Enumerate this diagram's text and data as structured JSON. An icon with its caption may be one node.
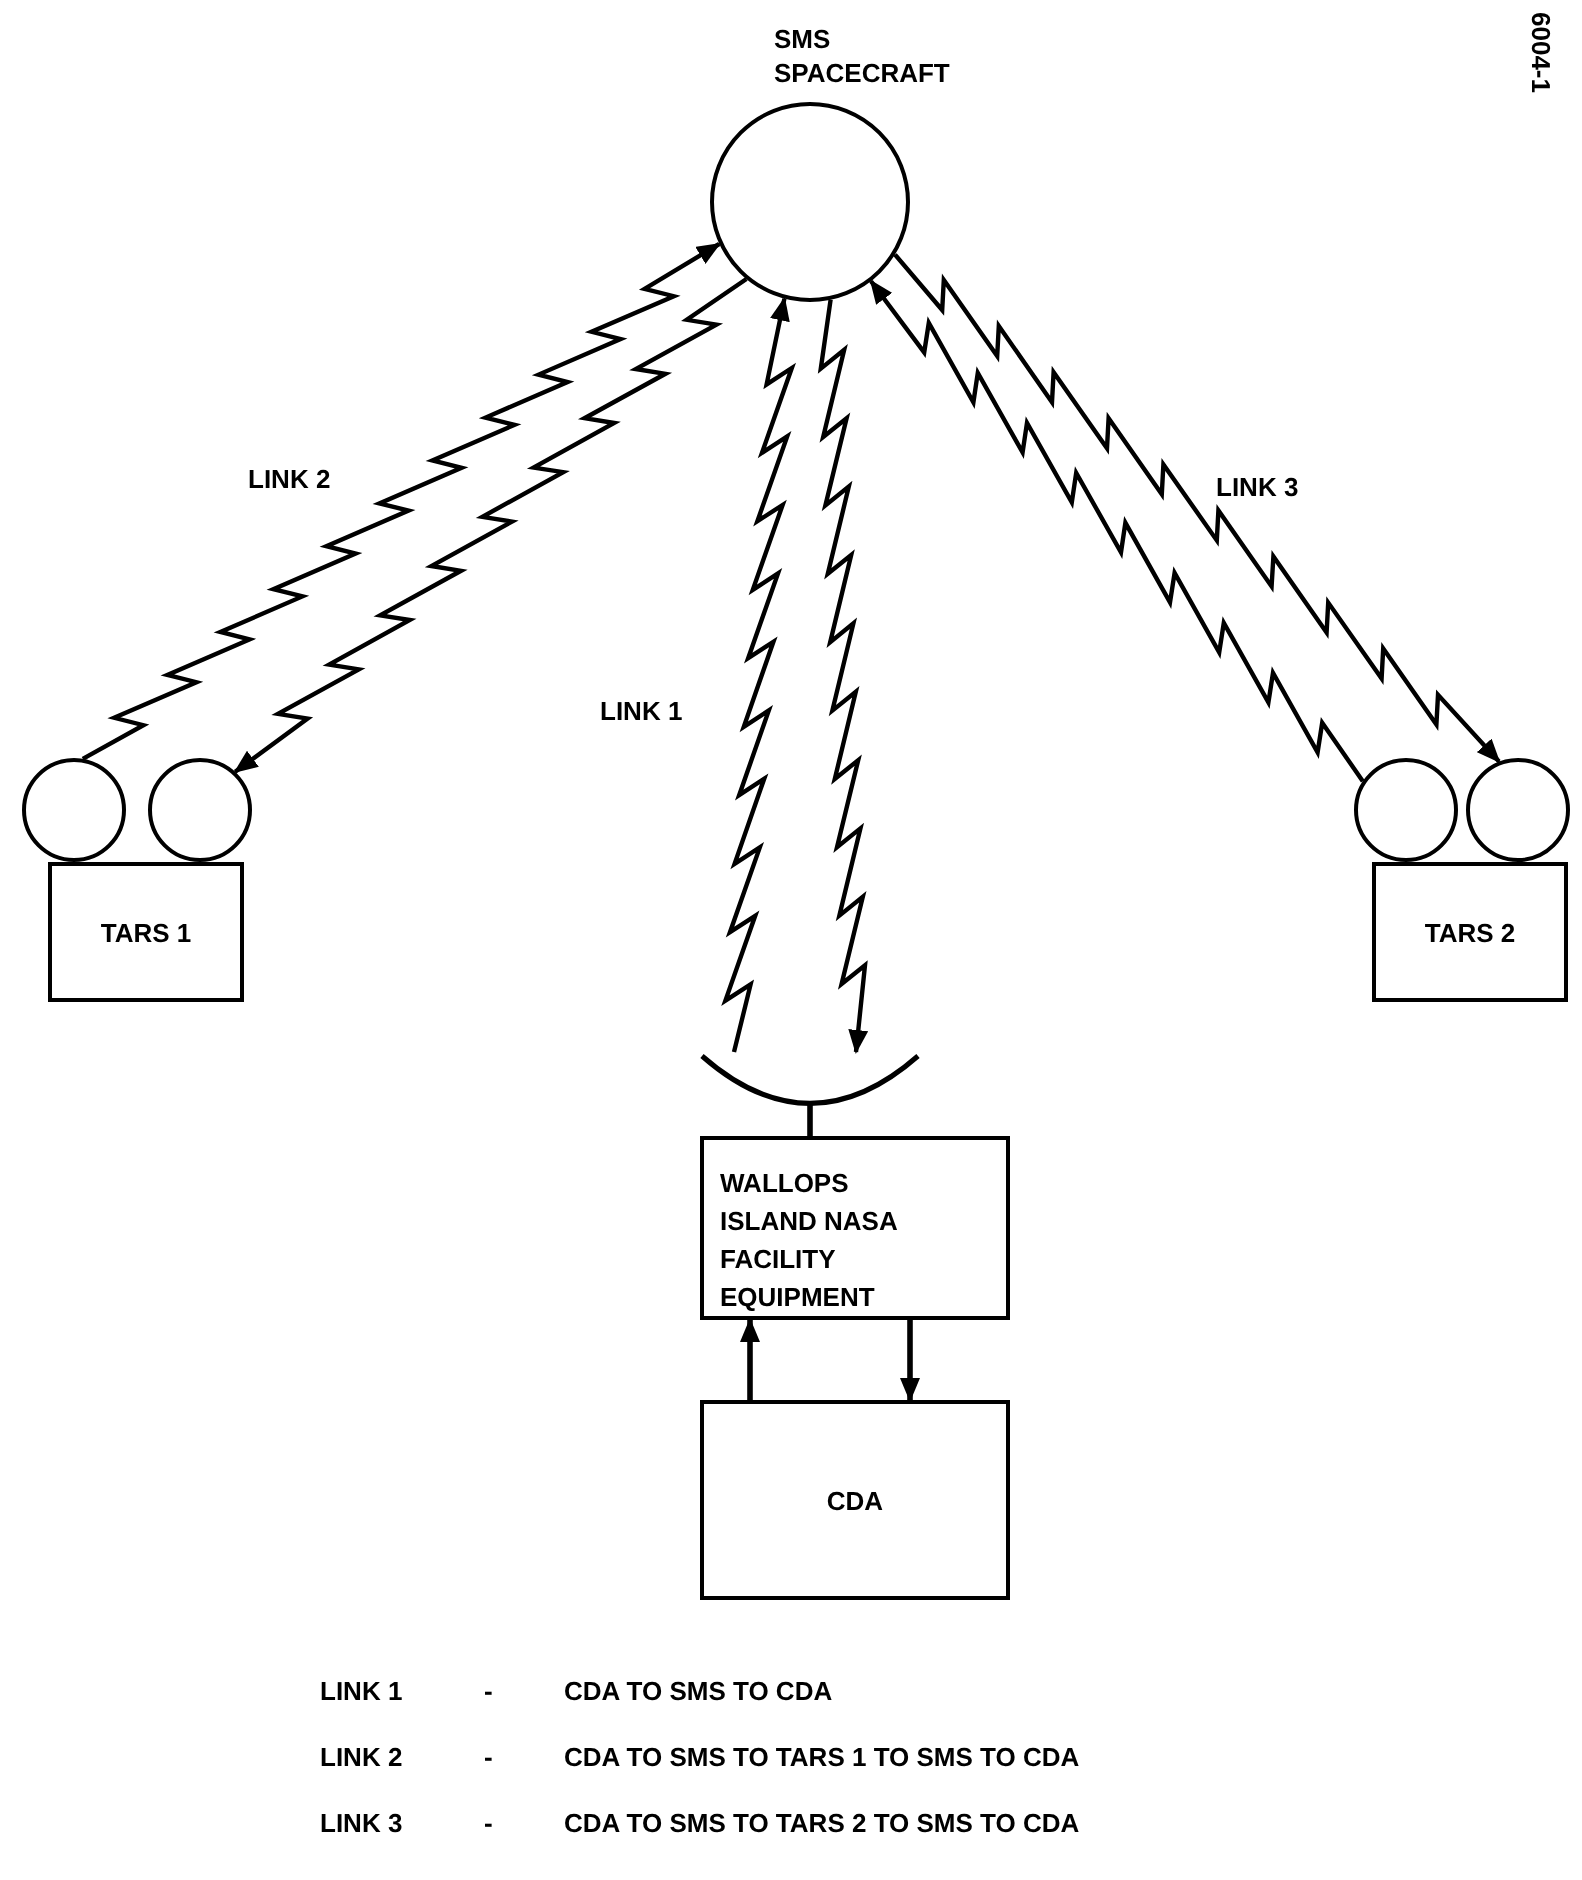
{
  "diagram": {
    "nodes": [
      {
        "text": [
          "SMS SPACECRAFT"
        ]
      },
      {
        "text": [],
        "shape": "circle"
      },
      {
        "text": [],
        "shape": "circle"
      },
      {
        "text": [
          "TARS 1"
        ]
      },
      {
        "text": [],
        "shape": "circle"
      },
      {
        "text": [],
        "shape": "circle"
      },
      {
        "text": [
          "TARS 2"
        ]
      },
      {
        "text": [],
        "shape": "arc"
      },
      {
        "text": [
          "WALLOPS ISLAND NASA FACILITY EQUIPMENT"
        ]
      },
      {
        "text": [
          "CDA"
        ]
      }
    ],
    "edges": [
      {
        "from": 1,
        "to": 0,
        "arrow": "to",
        "label": "LINK 2"
      },
      {
        "from": 0,
        "to": 2,
        "arrow": "to"
      },
      {
        "from": 7,
        "to": 0,
        "arrow": "to",
        "label": "LINK 1"
      },
      {
        "from": 0,
        "to": 7,
        "arrow": "to"
      },
      {
        "from": 0,
        "to": 5,
        "arrow": "to",
        "label": "LINK 3"
      },
      {
        "from": 4,
        "to": 0,
        "arrow": "to"
      },
      {
        "from": 7,
        "to": 8,
        "arrow": "none"
      },
      {
        "from": 9,
        "to": 8,
        "arrow": "to"
      },
      {
        "from": 8,
        "to": 9,
        "arrow": "to"
      }
    ],
    "labels": [
      "6004-1",
      "LINK 1",
      "-",
      "CDA TO SMS TO CDA",
      "LINK 2",
      "-",
      "CDA TO SMS TO TARS 1 TO SMS TO CDA",
      "LINK 3",
      "-",
      "CDA TO SMS TO TARS 2 TO SMS TO CDA"
    ]
  }
}
